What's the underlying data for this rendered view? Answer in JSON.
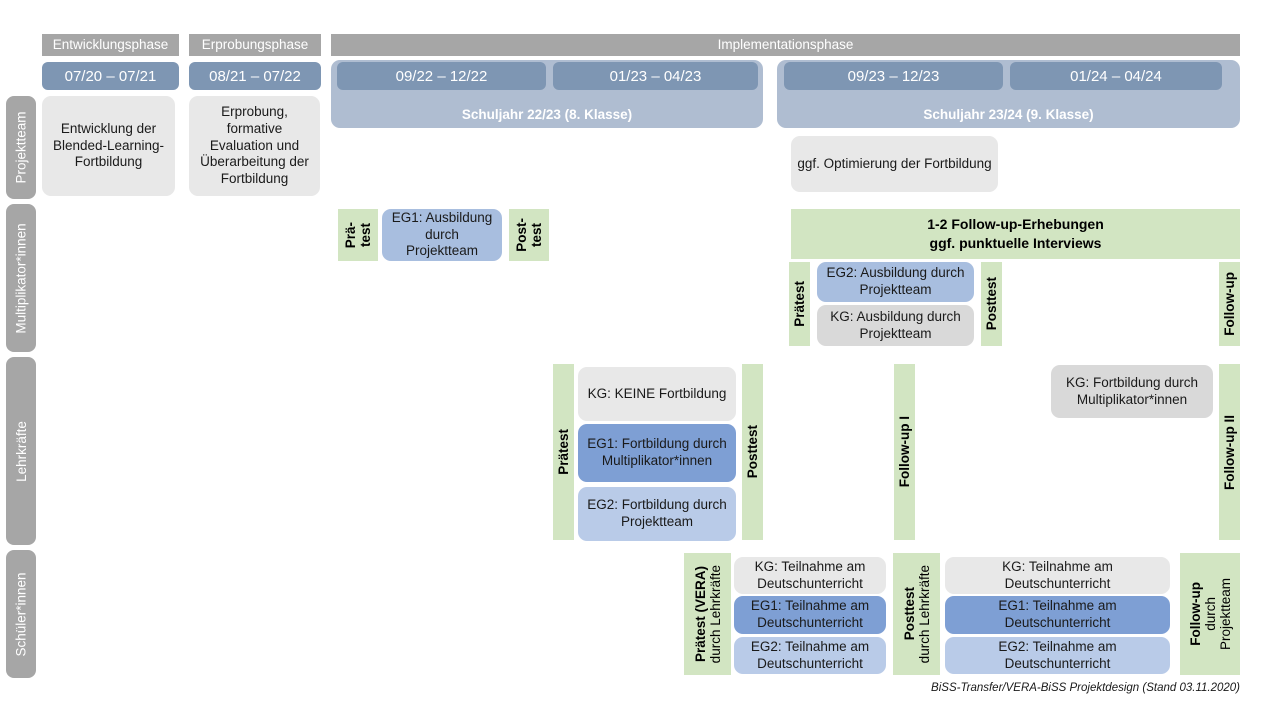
{
  "diagram": {
    "title": "BiSS-Transfer/VERA-BiSS Projektdesign",
    "footer": "BiSS-Transfer/VERA-BiSS Projektdesign (Stand 03.11.2020)"
  },
  "colors": {
    "phase_header": "#A6A6A6",
    "date_chip": "#7E96B3",
    "school_year": "#AFBDD1",
    "group_label": "#A6A6A6",
    "green": "#D2E5C2",
    "grey_card": "#E8E8E8",
    "grey_card_alt": "#D9D9D9",
    "blue_mid": "#A8BEDF",
    "blue_dark": "#7E9FD4",
    "blue_light": "#B9CBE8"
  },
  "phases": [
    {
      "label": "Entwicklungsphase"
    },
    {
      "label": "Erprobungsphase"
    },
    {
      "label": "Implementationsphase"
    }
  ],
  "periods": [
    {
      "label": "07/20 – 07/21"
    },
    {
      "label": "08/21 – 07/22"
    },
    {
      "label": "09/22 – 12/22"
    },
    {
      "label": "01/23 – 04/23"
    },
    {
      "label": "09/23 – 12/23"
    },
    {
      "label": "01/24 – 04/24"
    }
  ],
  "school_years": [
    {
      "label": "Schuljahr 22/23 (8. Klasse)"
    },
    {
      "label": "Schuljahr 23/24 (9. Klasse)"
    }
  ],
  "groups": [
    {
      "label": "Projektteam"
    },
    {
      "label": "Multiplikator*innen"
    },
    {
      "label": "Lehrkräfte"
    },
    {
      "label": "Schüler*innen"
    }
  ],
  "projektteam": {
    "entwicklung": "Entwicklung der Blended-Learning-Fortbildung",
    "erprobung": "Erprobung, formative Evaluation und Überarbeitung der Fortbildung",
    "optimierung": "ggf. Optimierung der Fortbildung"
  },
  "multiplikatoren": {
    "praetest_line1": "Prä-",
    "praetest_line2": "test",
    "eg1": "EG1: Ausbildung durch Projektteam",
    "posttest_line1": "Post-",
    "posttest_line2": "test",
    "banner_line1": "1-2 Follow-up-Erhebungen",
    "banner_line2": "ggf. punktuelle Interviews",
    "praetest2": "Prätest",
    "eg2": "EG2: Ausbildung durch Projektteam",
    "kg": "KG: Ausbildung durch Projektteam",
    "posttest2": "Posttest",
    "followup": "Follow-up"
  },
  "lehrkraefte": {
    "praetest": "Prätest",
    "kg": "KG:  KEINE Fortbildung",
    "eg1": "EG1: Fortbildung durch Multiplikator*innen",
    "eg2": "EG2: Fortbildung durch Projektteam",
    "posttest": "Posttest",
    "followup1": "Follow-up I",
    "kg_followup": "KG: Fortbildung durch Multiplikator*innen",
    "followup2": "Follow-up II"
  },
  "schueler": {
    "praetest_bold": "Prätest (VERA)",
    "praetest_sub": "durch Lehrkräfte",
    "kg1": "KG: Teilnahme am Deutschunterricht",
    "eg1_1": "EG1: Teilnahme am Deutschunterricht",
    "eg2_1": "EG2: Teilnahme am Deutschunterricht",
    "posttest_bold": "Posttest",
    "posttest_sub": "durch Lehrkräfte",
    "kg2": "KG: Teilnahme am Deutschunterricht",
    "eg1_2": "EG1: Teilnahme am Deutschunterricht",
    "eg2_2": "EG2: Teilnahme am Deutschunterricht",
    "followup_bold": "Follow-up",
    "followup_sub1": "durch",
    "followup_sub2": "Projektteam"
  }
}
